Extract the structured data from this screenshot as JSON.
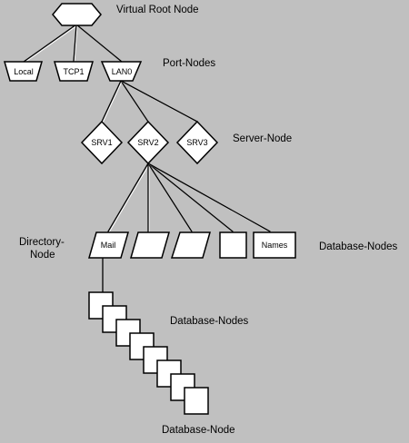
{
  "labels": {
    "virtual_root": "Virtual Root Node",
    "port_nodes": "Port-Nodes",
    "server_node": "Server-Node",
    "directory_node_line1": "Directory-",
    "directory_node_line2": "Node",
    "database_nodes_right": "Database-Nodes",
    "database_nodes_stack": "Database-Nodes",
    "database_node_bottom": "Database-Node"
  },
  "ports": [
    "Local",
    "TCP1",
    "LAN0"
  ],
  "servers": [
    "SRV1",
    "SRV2",
    "SRV3"
  ],
  "databases": [
    "Mail",
    "",
    "",
    "",
    "Names"
  ]
}
